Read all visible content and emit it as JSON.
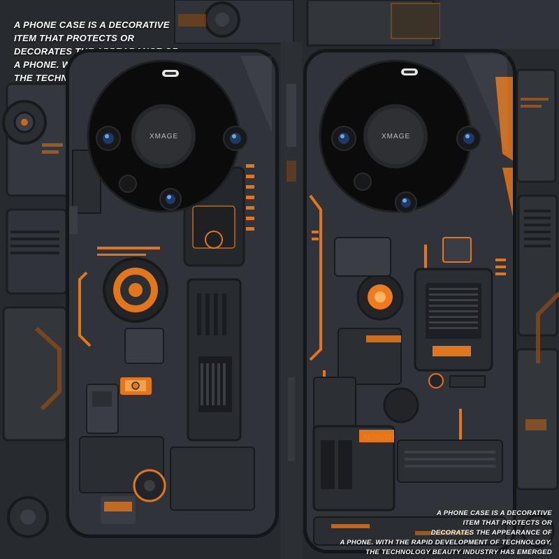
{
  "caption_top": {
    "lines": [
      "A PHONE CASE IS A DECORATIVE",
      "ITEM THAT PROTECTS OR",
      "DECORATES THE APPEARANCE OF",
      "A PHONE. W",
      "THE TECHN"
    ]
  },
  "caption_bottom": {
    "lines": [
      "A PHONE CASE IS A DECORATIVE",
      "ITEM THAT PROTECTS OR",
      "DECORATES THE APPEARANCE OF",
      "A PHONE. WITH THE RAPID DEVELOPMENT OF TECHNOLOGY,",
      "THE TECHNOLOGY BEAUTY INDUSTRY HAS EMERGED"
    ]
  },
  "phones": {
    "left": {
      "camera_brand": "XMAGE"
    },
    "right": {
      "camera_brand": "XMAGE",
      "chip_label": "TEROTO"
    }
  },
  "colors": {
    "accent": "#f07a1c",
    "case_dark": "#2f3338",
    "bezel": "#161719",
    "background": "#2a2d31"
  }
}
